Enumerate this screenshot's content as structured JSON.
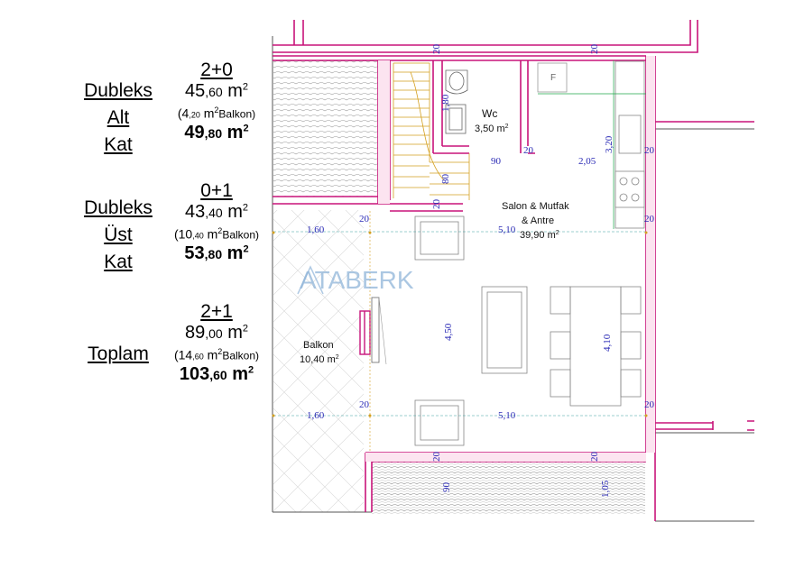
{
  "legend": [
    {
      "name_lines": [
        "Dubleks",
        "Alt",
        "Kat"
      ],
      "rooms": "2+0",
      "area_int": "45",
      "area_dec": ",60",
      "unit": "m",
      "unit_sup": "2",
      "balkon_open": "(4",
      "balkon_dec": ",20",
      "balkon_unit": "m",
      "balkon_sup": "2",
      "balkon_text": "Balkon)",
      "total_int": "49",
      "total_dec": ",80",
      "total_unit": "m",
      "total_sup": "2"
    },
    {
      "name_lines": [
        "Dubleks",
        "Üst",
        "Kat"
      ],
      "rooms": "0+1",
      "area_int": "43",
      "area_dec": ",40",
      "unit": "m",
      "unit_sup": "2",
      "balkon_open": "(10",
      "balkon_dec": ",40",
      "balkon_unit": "m",
      "balkon_sup": "2",
      "balkon_text": "Balkon)",
      "total_int": "53",
      "total_dec": ",80",
      "total_unit": "m",
      "total_sup": "2"
    },
    {
      "name_lines": [
        "Toplam"
      ],
      "rooms": "2+1",
      "area_int": "89",
      "area_dec": ",00",
      "unit": "m",
      "unit_sup": "2",
      "balkon_open": "(14",
      "balkon_dec": ",60",
      "balkon_unit": "m",
      "balkon_sup": "2",
      "balkon_text": "Balkon)",
      "total_int": "103",
      "total_dec": ",60",
      "total_unit": "m",
      "total_sup": "2"
    }
  ],
  "watermark": "ATABERK",
  "rooms": {
    "wc_name": "Wc",
    "wc_area": "3,50 m",
    "wc_sup": "2",
    "salon_line1": "Salon & Mutfak",
    "salon_line2": "& Antre",
    "salon_area": "39,90 m",
    "salon_sup": "2",
    "balkon_name": "Balkon",
    "balkon_area": "10,40 m",
    "balkon_sup": "2",
    "fridge_label": "F"
  },
  "dimensions": {
    "d20_top1": "20",
    "d20_top2": "20",
    "d1_80": "1,80",
    "d80": "80",
    "d20_stair": "20",
    "d90_wc": "90",
    "d20_wc": "20",
    "d2_05": "2,05",
    "d3_20": "3,20",
    "d20_right1": "20",
    "d20_right2": "20",
    "d20_left_top": "20",
    "d1_60_top": "1,60",
    "d5_10_top": "5,10",
    "d4_50": "4,50",
    "d4_10": "4,10",
    "d20_mid": "20",
    "d1_60_bottom": "1,60",
    "d5_10_bottom": "5,10",
    "d20_right3": "20",
    "d20_bottom1": "20",
    "d20_bottom2": "20",
    "d90_bottom": "90",
    "d1_05": "1,05"
  },
  "colors": {
    "wall": "#c8147a",
    "dimension": "#2a2ab5",
    "guide": "#1fa84a",
    "watermark": "#8fb4d8"
  }
}
